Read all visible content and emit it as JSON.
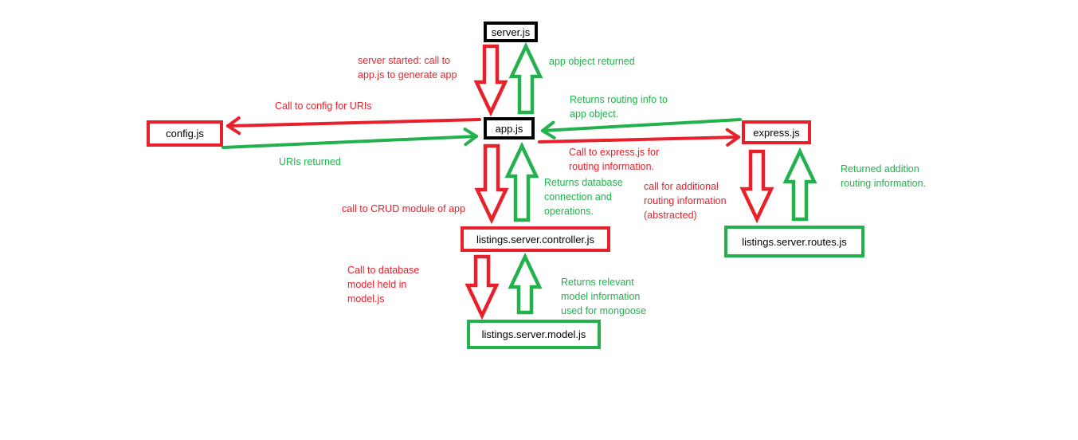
{
  "colors": {
    "call": "#e8202a",
    "return": "#22b14c",
    "neutral": "#000000"
  },
  "nodes": {
    "server": {
      "label": "server.js",
      "border": "neutral"
    },
    "app": {
      "label": "app.js",
      "border": "neutral"
    },
    "config": {
      "label": "config.js",
      "border": "call"
    },
    "express": {
      "label": "express.js",
      "border": "call"
    },
    "controller": {
      "label": "listings.server.controller.js",
      "border": "call"
    },
    "model": {
      "label": "listings.server.model.js",
      "border": "return"
    },
    "routes": {
      "label": "listings.server.routes.js",
      "border": "return"
    }
  },
  "edges": [
    {
      "from": "server",
      "to": "app",
      "kind": "call",
      "lines": [
        "server started: call to",
        "app.js to generate app"
      ]
    },
    {
      "from": "app",
      "to": "server",
      "kind": "return",
      "lines": [
        "app object returned"
      ]
    },
    {
      "from": "app",
      "to": "config",
      "kind": "call",
      "lines": [
        "Call to config for URIs"
      ]
    },
    {
      "from": "config",
      "to": "app",
      "kind": "return",
      "lines": [
        "URIs returned"
      ]
    },
    {
      "from": "express",
      "to": "app",
      "kind": "return",
      "lines": [
        "Returns routing info to",
        "app object."
      ]
    },
    {
      "from": "app",
      "to": "express",
      "kind": "call",
      "lines": [
        "Call to express.js for",
        "routing information."
      ]
    },
    {
      "from": "app",
      "to": "controller",
      "kind": "call",
      "lines": [
        "call to CRUD module of app"
      ]
    },
    {
      "from": "controller",
      "to": "app",
      "kind": "return",
      "lines": [
        "Returns database",
        "connection and",
        "operations."
      ]
    },
    {
      "from": "express",
      "to": "routes",
      "kind": "call",
      "lines": [
        "call for additional",
        "routing information",
        "(abstracted)"
      ]
    },
    {
      "from": "routes",
      "to": "express",
      "kind": "return",
      "lines": [
        "Returned addition",
        "routing information."
      ]
    },
    {
      "from": "controller",
      "to": "model",
      "kind": "call",
      "lines": [
        "Call to database",
        "model held in",
        "model.js"
      ]
    },
    {
      "from": "model",
      "to": "controller",
      "kind": "return",
      "lines": [
        "Returns relevant",
        "model information",
        "used for mongoose"
      ]
    }
  ]
}
